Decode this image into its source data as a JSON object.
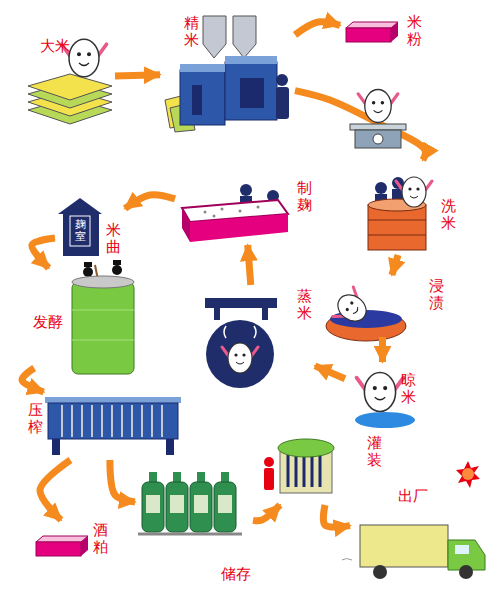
{
  "diagram": {
    "nodes": [
      {
        "text": [
          "大米"
        ]
      },
      {
        "text": [
          "精米"
        ]
      },
      {
        "text": [
          "米粉"
        ]
      },
      {
        "text": [
          "洗米"
        ]
      },
      {
        "text": [
          "浸渍"
        ]
      },
      {
        "text": [
          "晾米"
        ]
      },
      {
        "text": [
          "蒸米"
        ]
      },
      {
        "text": [
          "制麹"
        ]
      },
      {
        "text": [
          "米曲"
        ]
      },
      {
        "text": [
          "发酵"
        ]
      },
      {
        "text": [
          "压榨"
        ]
      },
      {
        "text": [
          "酒粕"
        ]
      },
      {
        "text": [
          "储存"
        ]
      },
      {
        "text": [
          "灌装"
        ]
      },
      {
        "text": [
          "出厂"
        ]
      }
    ],
    "edges": [
      {
        "from": 0,
        "to": 1,
        "arrow": "to"
      },
      {
        "from": 1,
        "to": 2,
        "arrow": "to"
      },
      {
        "from": 1,
        "to": 3,
        "arrow": "to"
      },
      {
        "from": 3,
        "to": 4,
        "arrow": "to"
      },
      {
        "from": 4,
        "to": 5,
        "arrow": "to"
      },
      {
        "from": 5,
        "to": 6,
        "arrow": "to"
      },
      {
        "from": 6,
        "to": 7,
        "arrow": "to"
      },
      {
        "from": 7,
        "to": 8,
        "arrow": "to"
      },
      {
        "from": 8,
        "to": 9,
        "arrow": "to"
      },
      {
        "from": 9,
        "to": 10,
        "arrow": "to"
      },
      {
        "from": 10,
        "to": 11,
        "arrow": "to"
      },
      {
        "from": 10,
        "to": 12,
        "arrow": "to"
      },
      {
        "from": 12,
        "to": 13,
        "arrow": "to"
      },
      {
        "from": 13,
        "to": 14,
        "arrow": "to"
      }
    ],
    "labels": [
      "麹室"
    ]
  }
}
